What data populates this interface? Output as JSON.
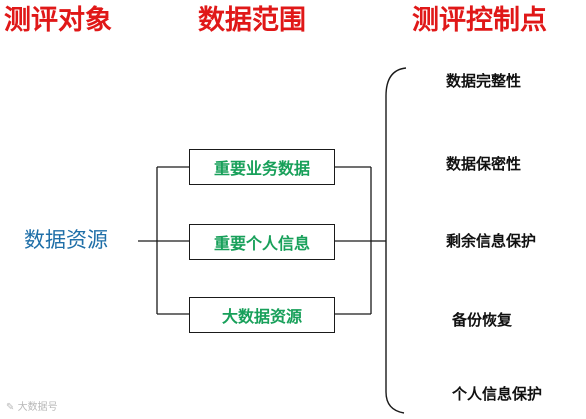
{
  "colors": {
    "heading": "#e01818",
    "source": "#1f6fa8",
    "range_text": "#18a05a",
    "line": "#1a1a1a"
  },
  "headings": {
    "object": "测评对象",
    "range": "数据范围",
    "control_points": "测评控制点"
  },
  "source": {
    "label": "数据资源"
  },
  "ranges": [
    {
      "label": "重要业务数据"
    },
    {
      "label": "重要个人信息"
    },
    {
      "label": "大数据资源"
    }
  ],
  "control_points": [
    {
      "label": "数据完整性"
    },
    {
      "label": "数据保密性"
    },
    {
      "label": "剩余信息保护"
    },
    {
      "label": "备份恢复"
    },
    {
      "label": "个人信息保护"
    }
  ],
  "watermark": {
    "text": "大数据号"
  }
}
